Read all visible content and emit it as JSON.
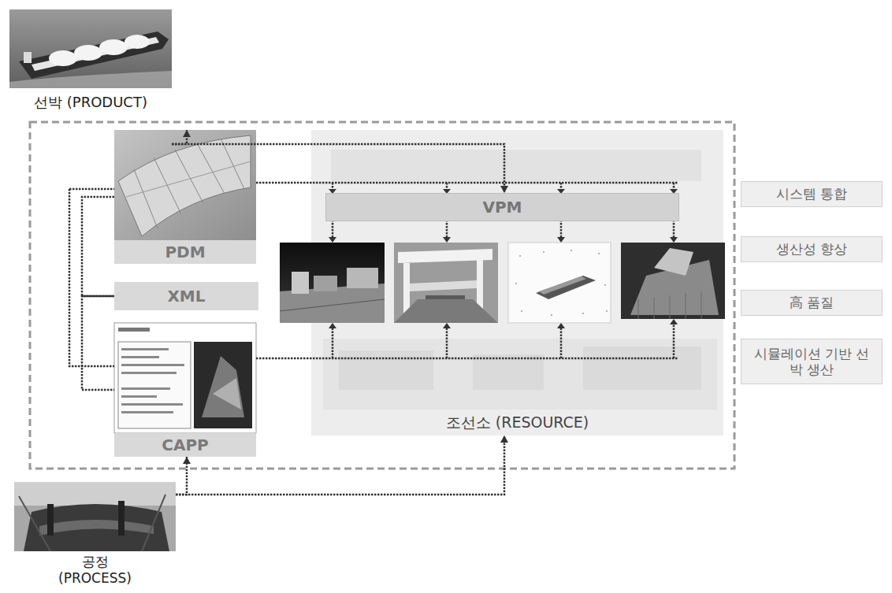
{
  "diagram": {
    "nodes": [
      {
        "text": [
          "선박 (PRODUCT)"
        ]
      },
      {
        "text": [
          "PDM"
        ]
      },
      {
        "text": [
          "XML"
        ]
      },
      {
        "text": [
          "CAPP"
        ]
      },
      {
        "text": [
          "조선소 (RESOURCE)"
        ]
      },
      {
        "text": [
          "VPM"
        ],
        "in": 4
      },
      {
        "text": [
          "시스템 통합"
        ]
      },
      {
        "text": [
          "생산성 향상"
        ]
      },
      {
        "text": [
          "高 품질"
        ]
      },
      {
        "text": [
          "시뮬레이션 기반 선박 생산"
        ]
      },
      {
        "text": [
          "공정 (PROCESS)"
        ]
      }
    ],
    "edges": [
      {
        "from": 0,
        "to": 5,
        "arrow": "to"
      },
      {
        "from": 0,
        "to": 1,
        "arrow": "to"
      },
      {
        "from": 10,
        "to": 3,
        "arrow": "to"
      },
      {
        "from": 10,
        "to": 4,
        "arrow": "to"
      },
      {
        "from": 1,
        "to": 2,
        "arrow": "none"
      },
      {
        "from": 2,
        "to": 3,
        "arrow": "none"
      }
    ]
  }
}
